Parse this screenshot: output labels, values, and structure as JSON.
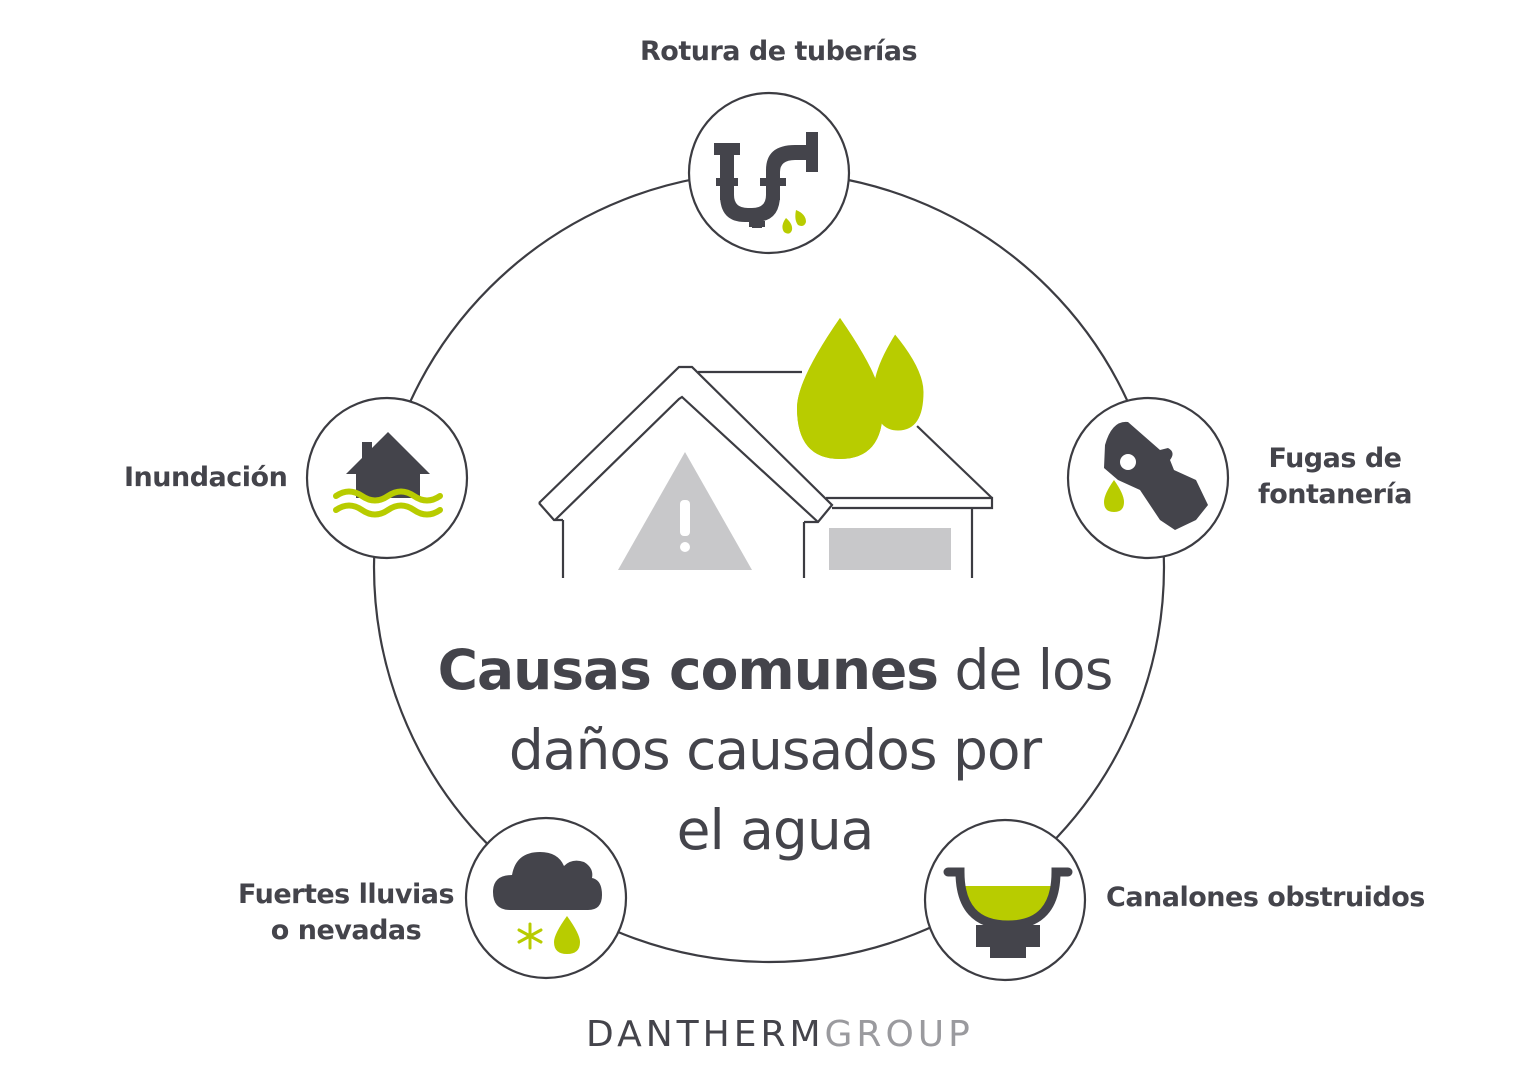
{
  "title": {
    "bold": "Causas comunes",
    "line1_rest": " de los",
    "line2": "daños causados por",
    "line3": "el agua"
  },
  "causes": [
    {
      "id": "pipe-burst",
      "lines": [
        "Rotura de tuberías"
      ],
      "icon": "broken-pipe-icon"
    },
    {
      "id": "plumbing-leak",
      "lines": [
        "Fugas de",
        "fontanería"
      ],
      "icon": "leaking-faucet-icon"
    },
    {
      "id": "blocked-gutters",
      "lines": [
        "Canalones obstruidos"
      ],
      "icon": "gutter-icon"
    },
    {
      "id": "heavy-rain-snow",
      "lines": [
        "Fuertes lluvias",
        "o nevadas"
      ],
      "icon": "cloud-rain-snow-icon"
    },
    {
      "id": "flood",
      "lines": [
        "Inundación"
      ],
      "icon": "flooded-house-icon"
    }
  ],
  "center_illustration": {
    "icon": "house-warning-drops-icon"
  },
  "logo": {
    "part1": "DANTHERM",
    "part2": "GROUP"
  },
  "colors": {
    "dark": "#44444b",
    "green": "#b8cc00",
    "grey": "#c8c8ca",
    "line": "#3c3c42"
  }
}
